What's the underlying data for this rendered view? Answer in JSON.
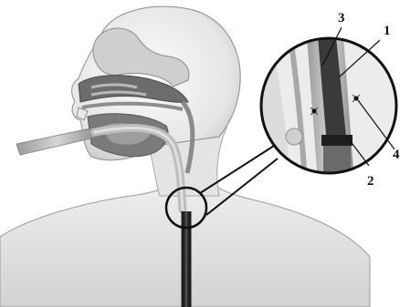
{
  "callouts": {
    "c1": "1",
    "c2": "2",
    "c3": "3",
    "c4": "4"
  },
  "colors": {
    "skin_light": "#f2f2f2",
    "skin_mid": "#d9d9d9",
    "skin_shadow": "#a8a8a8",
    "tube_dark": "#2e2e2e",
    "tube_light": "#b5b5b5",
    "outline": "#111111"
  }
}
